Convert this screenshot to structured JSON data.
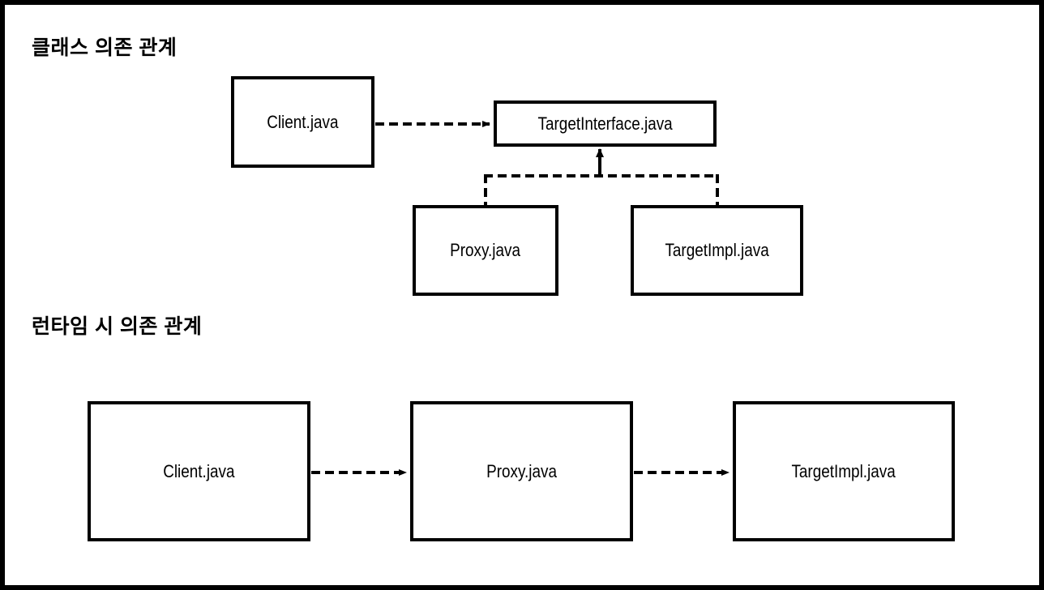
{
  "diagram": {
    "title_class_section": "클래스 의존 관계",
    "title_runtime_section": "런타임 시 의존 관계",
    "colors": {
      "frame": "#000000",
      "page_background": "#ffffff",
      "node_border": "#000000",
      "node_fill": "#ffffff",
      "edge": "#000000"
    },
    "sections": [
      {
        "id": "class-dependency",
        "heading": "클래스 의존 관계",
        "nodes": [
          {
            "id": "client-class",
            "label": "Client.java"
          },
          {
            "id": "target-interface",
            "label": "TargetInterface.java"
          },
          {
            "id": "proxy-class",
            "label": "Proxy.java"
          },
          {
            "id": "target-impl-class",
            "label": "TargetImpl.java"
          }
        ],
        "edges": [
          {
            "from": "client-class",
            "to": "target-interface",
            "style": "dashed",
            "arrow": "open",
            "relation": "dependency"
          },
          {
            "from": "proxy-class",
            "to": "target-interface",
            "style": "dashed",
            "arrow": "solid",
            "relation": "realization"
          },
          {
            "from": "target-impl-class",
            "to": "target-interface",
            "style": "dashed",
            "arrow": "solid",
            "relation": "realization"
          }
        ]
      },
      {
        "id": "runtime-dependency",
        "heading": "런타임 시 의존 관계",
        "nodes": [
          {
            "id": "client-runtime",
            "label": "Client.java"
          },
          {
            "id": "proxy-runtime",
            "label": "Proxy.java"
          },
          {
            "id": "target-impl-runtime",
            "label": "TargetImpl.java"
          }
        ],
        "edges": [
          {
            "from": "client-runtime",
            "to": "proxy-runtime",
            "style": "dashed",
            "arrow": "open",
            "relation": "calls"
          },
          {
            "from": "proxy-runtime",
            "to": "target-impl-runtime",
            "style": "dashed",
            "arrow": "open",
            "relation": "calls"
          }
        ]
      }
    ]
  }
}
